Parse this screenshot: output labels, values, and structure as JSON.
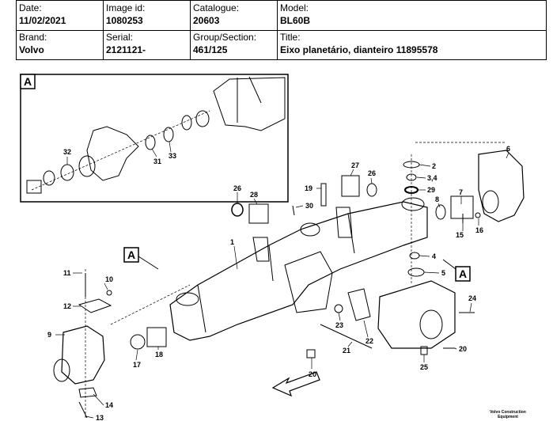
{
  "header": {
    "row1": [
      {
        "label": "Date:",
        "value": "11/02/2021"
      },
      {
        "label": "Image id:",
        "value": "1080253"
      },
      {
        "label": "Catalogue:",
        "value": "20603"
      },
      {
        "label": "Model:",
        "value": "BL60B"
      }
    ],
    "row2": [
      {
        "label": "Brand:",
        "value": "Volvo"
      },
      {
        "label": "Serial:",
        "value": "2121121-"
      },
      {
        "label": "Group/Section:",
        "value": "461/125"
      },
      {
        "label": "Title:",
        "value": "Eixo planetário, dianteiro 11895578"
      }
    ]
  },
  "detail_labels": {
    "inset": "A",
    "ref_left": "A",
    "ref_right": "A"
  },
  "callouts": {
    "c1": "1",
    "c2": "2",
    "c3": "3,4",
    "c4": "4",
    "c5": "5",
    "c6": "6",
    "c7": "7",
    "c8": "8",
    "c9": "9",
    "c10": "10",
    "c11": "11",
    "c12": "12",
    "c13": "13",
    "c14": "14",
    "c15": "15",
    "c16": "16",
    "c17": "17",
    "c18": "18",
    "c19": "19",
    "c20a": "20",
    "c20b": "20",
    "c21": "21",
    "c22": "22",
    "c23": "23",
    "c24": "24",
    "c25": "25",
    "c26a": "26",
    "c26b": "26",
    "c27": "27",
    "c28": "28",
    "c29": "29",
    "c30": "30",
    "c31": "31",
    "c32": "32",
    "c33": "33"
  },
  "brand_mark": {
    "line1": "Volvo Construction",
    "line2": "Equipment"
  }
}
